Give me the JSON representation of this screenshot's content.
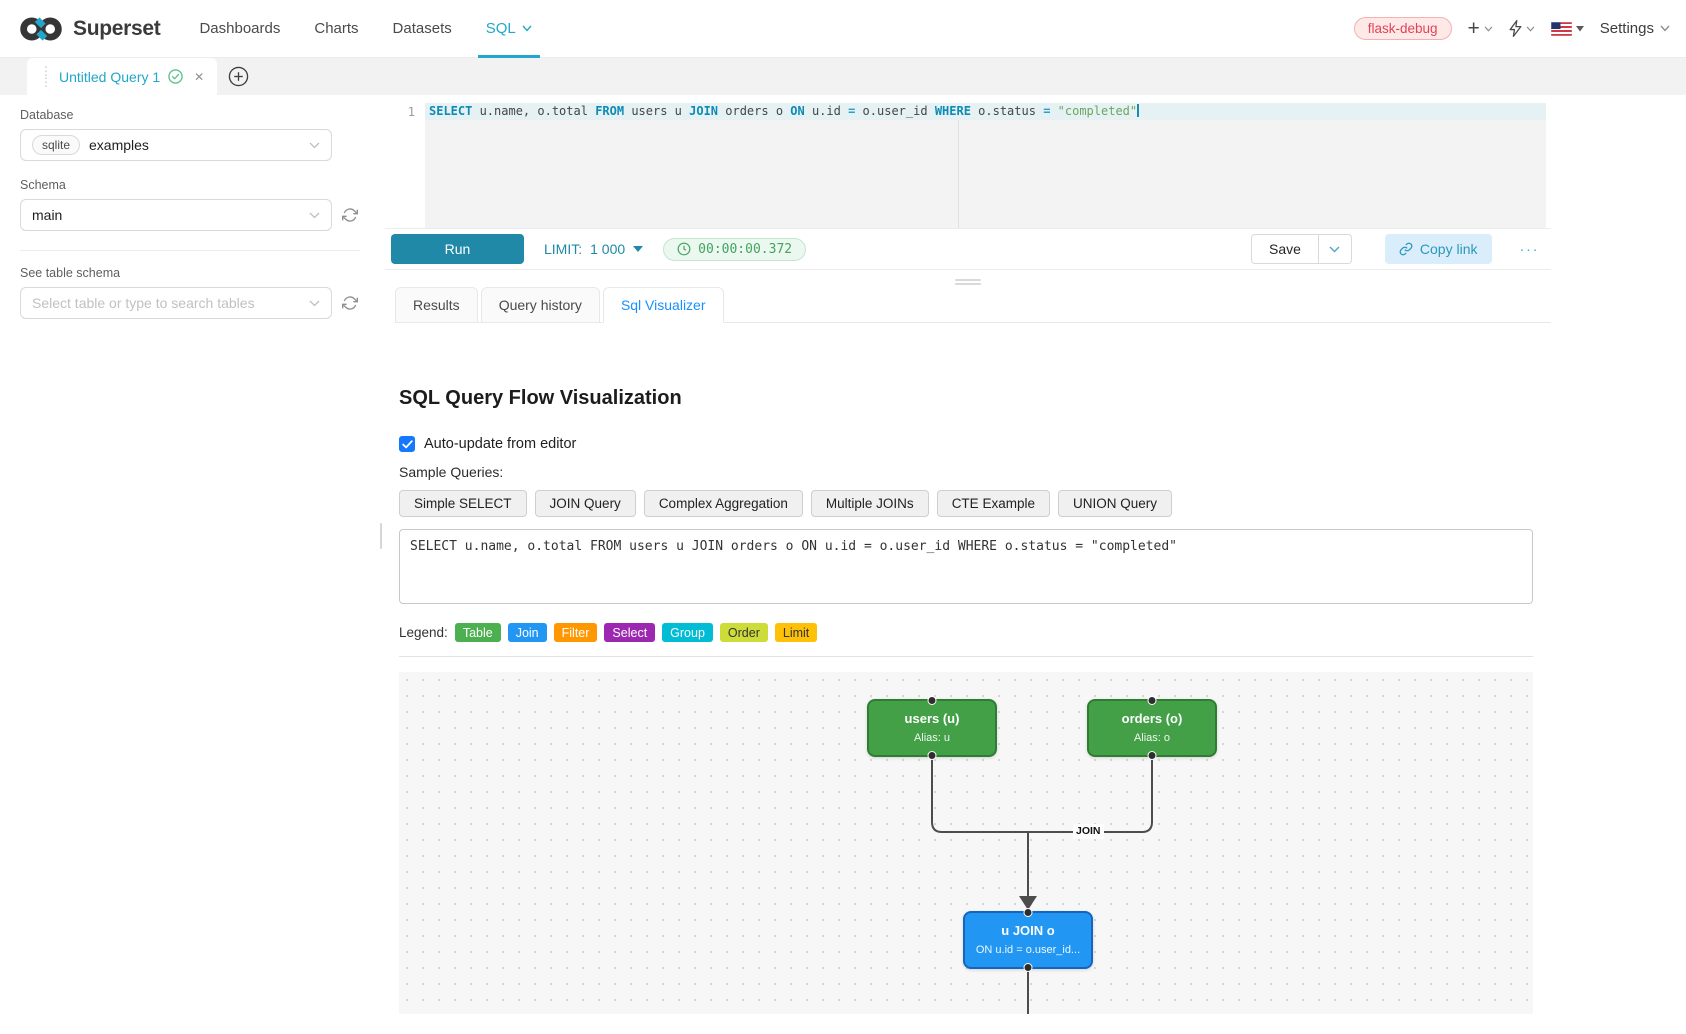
{
  "theme": {
    "primary": "#20a7c9",
    "run_button": "#1f89a7",
    "south_tab_active": "#1890ff"
  },
  "navbar": {
    "brand": "Superset",
    "items": [
      {
        "label": "Dashboards",
        "active": false
      },
      {
        "label": "Charts",
        "active": false
      },
      {
        "label": "Datasets",
        "active": false
      },
      {
        "label": "SQL",
        "active": true
      }
    ],
    "environment_tag": "flask-debug",
    "settings_label": "Settings"
  },
  "query_tab": {
    "title": "Untitled Query 1"
  },
  "sidebar": {
    "database_label": "Database",
    "database_engine_badge": "sqlite",
    "database_value": "examples",
    "schema_label": "Schema",
    "schema_value": "main",
    "table_schema_label": "See table schema",
    "table_schema_placeholder": "Select table or type to search tables"
  },
  "editor": {
    "line_number": "1",
    "sql_text": "SELECT u.name, o.total FROM users u JOIN orders o ON u.id = o.user_id WHERE o.status = \"completed\"",
    "tokens": [
      {
        "text": "SELECT",
        "type": "kw"
      },
      {
        "text": " u.name, o.total ",
        "type": "pl"
      },
      {
        "text": "FROM",
        "type": "kw"
      },
      {
        "text": " users u ",
        "type": "pl"
      },
      {
        "text": "JOIN",
        "type": "kw"
      },
      {
        "text": " orders o ",
        "type": "pl"
      },
      {
        "text": "ON",
        "type": "kw"
      },
      {
        "text": " u.id ",
        "type": "pl"
      },
      {
        "text": "=",
        "type": "op"
      },
      {
        "text": " o.user_id ",
        "type": "pl"
      },
      {
        "text": "WHERE",
        "type": "kw"
      },
      {
        "text": " o.status ",
        "type": "pl"
      },
      {
        "text": "=",
        "type": "op"
      },
      {
        "text": " ",
        "type": "pl"
      },
      {
        "text": "\"completed\"",
        "type": "str"
      }
    ]
  },
  "toolbar": {
    "run_label": "Run",
    "limit_label": "LIMIT:",
    "limit_value": "1 000",
    "elapsed_time": "00:00:00.372",
    "save_label": "Save",
    "copy_link_label": "Copy link",
    "more_label": "···"
  },
  "south_pane": {
    "tabs": [
      {
        "label": "Results",
        "active": false
      },
      {
        "label": "Query history",
        "active": false
      },
      {
        "label": "Sql Visualizer",
        "active": true
      }
    ]
  },
  "visualizer": {
    "title": "SQL Query Flow Visualization",
    "auto_update_label": "Auto-update from editor",
    "auto_update_checked": true,
    "sample_queries_label": "Sample Queries:",
    "sample_queries": [
      "Simple SELECT",
      "JOIN Query",
      "Complex Aggregation",
      "Multiple JOINs",
      "CTE Example",
      "UNION Query"
    ],
    "sql_input": "SELECT u.name, o.total FROM users u JOIN orders o ON u.id = o.user_id WHERE o.status = \"completed\"",
    "legend_label": "Legend:",
    "legend": [
      {
        "label": "Table",
        "color": "#4caf50",
        "text_color": "#ffffff"
      },
      {
        "label": "Join",
        "color": "#2196f3",
        "text_color": "#ffffff"
      },
      {
        "label": "Filter",
        "color": "#ff9800",
        "text_color": "#ffffff"
      },
      {
        "label": "Select",
        "color": "#9c27b0",
        "text_color": "#ffffff"
      },
      {
        "label": "Group",
        "color": "#00bcd4",
        "text_color": "#ffffff"
      },
      {
        "label": "Order",
        "color": "#cddc39",
        "text_color": "#333333"
      },
      {
        "label": "Limit",
        "color": "#ffc107",
        "text_color": "#333333"
      }
    ],
    "flow": {
      "edge_label": "JOIN",
      "nodes": [
        {
          "title": "users (u)",
          "subtitle": "Alias: u",
          "color": "#43a047",
          "border_color": "#2e7d32"
        },
        {
          "title": "orders (o)",
          "subtitle": "Alias: o",
          "color": "#43a047",
          "border_color": "#2e7d32"
        },
        {
          "title": "u JOIN o",
          "subtitle": "ON u.id = o.user_id...",
          "color": "#2196f3",
          "border_color": "#1565c0"
        }
      ]
    }
  }
}
